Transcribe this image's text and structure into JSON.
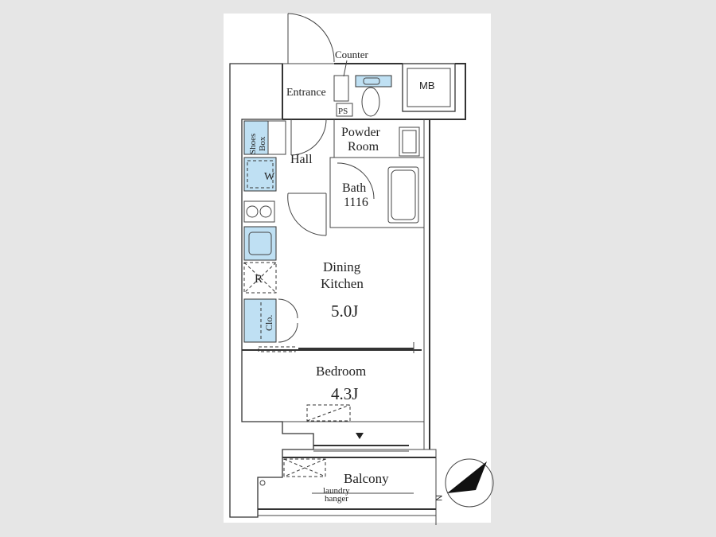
{
  "plan": {
    "rooms": {
      "counter": "Counter",
      "entrance": "Entrance",
      "mb": "MB",
      "ps": "PS",
      "powder_line1": "Powder",
      "powder_line2": "Room",
      "shoes_line1": "Shoes",
      "shoes_line2": "Box",
      "hall": "Hall",
      "w": "W",
      "bath_line1": "Bath",
      "bath_line2": "1116",
      "dining_line1": "Dining",
      "dining_line2": "Kitchen",
      "dining_size": "5.0J",
      "r": "R",
      "clo": "Clo.",
      "bedroom": "Bedroom",
      "bedroom_size": "4.3J",
      "balcony": "Balcony",
      "laundry_line1": "laundry",
      "laundry_line2": "hanger"
    },
    "compass": {
      "label": "N"
    },
    "colors": {
      "fixture_blue": "#bfe0f3",
      "wall": "#333333",
      "background": "#e6e6e6"
    }
  }
}
